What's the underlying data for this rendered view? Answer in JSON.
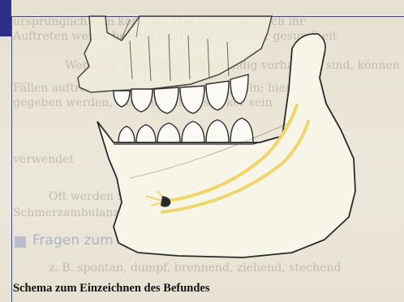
{
  "caption": "Schema zum Einzeichnen des Befundes",
  "background_text": {
    "lines": [
      "ursprünglich sein könnten. Wie wahrscheinlich ihr",
      "Auftreten weiter besteht ist, hängt von ihrer gesundheit",
      "Wenn die Schmerzen fast ständig vorhanden sind, können",
      "Fällen auftreten, sollte man vorsichtig sein; hier kann",
      "gegeben werden, wenn sie nicht stärker sein",
      "verwendet"
    ],
    "lower_lines": [
      "Oft werden Schmerzen in einer speziellen",
      "Schmerzambulanz behandelt"
    ],
    "heading": "Fragen zum Schmerzgeschehen",
    "after_heading": "z. B. spontan, dumpf, brennend, ziehend, stechend"
  },
  "colors": {
    "marker": "#2b2f88",
    "nerve": "#f0d66a",
    "bone": "#f7f4e8",
    "outline": "#2a2a2a"
  }
}
